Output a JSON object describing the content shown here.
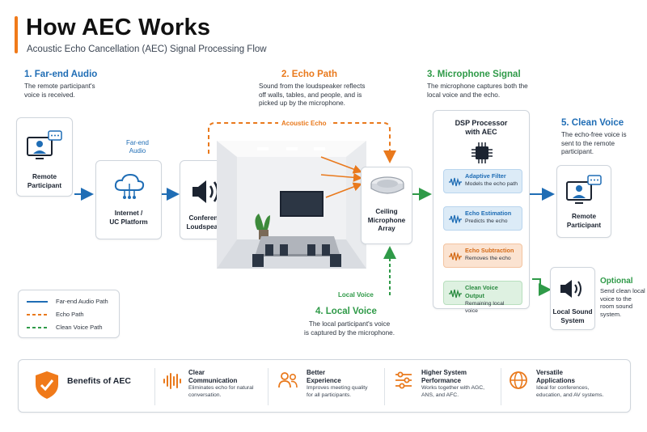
{
  "header": {
    "title": "How AEC Works",
    "subtitle": "Acoustic Echo Cancellation (AEC) Signal Processing Flow"
  },
  "colors": {
    "blue": "#1f6db5",
    "orange": "#e9791c",
    "green": "#2f9a48",
    "accent": "#f07a1a"
  },
  "steps": {
    "s1": {
      "title": "1. Far-end Audio",
      "desc": [
        "The remote participant's",
        "voice is received."
      ]
    },
    "s2": {
      "title": "2. Echo Path",
      "desc": [
        "Sound from the loudspeaker reflects",
        "off walls, tables, and people, and is",
        "picked up by the microphone."
      ]
    },
    "s3": {
      "title": "3. Microphone Signal",
      "desc": [
        "The microphone captures both the",
        "local voice and the echo."
      ]
    },
    "s4": {
      "title": "4. Local Voice",
      "desc": [
        "The local participant's voice",
        "is captured by the microphone."
      ]
    },
    "s5": {
      "title": "5. Clean Voice",
      "desc": [
        "The echo-free voice is",
        "sent to the remote",
        "participant."
      ]
    },
    "optional": {
      "title": "Optional",
      "desc": [
        "Send clean local",
        "voice to the",
        "room sound",
        "system."
      ]
    }
  },
  "nodes": {
    "remote_left": [
      "Remote",
      "Participant"
    ],
    "internet": [
      "Internet /",
      "UC Platform"
    ],
    "loudspeaker": [
      "Conference",
      "Loudspeaker"
    ],
    "mic": [
      "Ceiling",
      "Microphone",
      "Array"
    ],
    "remote_right": [
      "Remote",
      "Participant"
    ],
    "local_sound": [
      "Local Sound",
      "System"
    ]
  },
  "flow_labels": {
    "far_end_audio": [
      "Far-end",
      "Audio"
    ],
    "acoustic_echo": "Acoustic Echo",
    "local_voice": "Local Voice"
  },
  "dsp": {
    "title": [
      "DSP Processor",
      "with AEC"
    ],
    "steps": [
      {
        "title": "Adaptive Filter",
        "desc": "Models the echo path"
      },
      {
        "title": "Echo Estimation",
        "desc": "Predicts the echo"
      },
      {
        "title": "Echo Subtraction",
        "desc": "Removes the echo"
      },
      {
        "title": "Clean Voice Output",
        "desc": "Remaining local voice"
      }
    ]
  },
  "legend": [
    {
      "label": "Far-end Audio Path",
      "style": "solid",
      "color": "#1f6db5"
    },
    {
      "label": "Echo Path",
      "style": "dashed",
      "color": "#e9791c"
    },
    {
      "label": "Clean Voice Path",
      "style": "dashed",
      "color": "#2f9a48"
    }
  ],
  "benefits": {
    "heading": "Benefits of AEC",
    "items": [
      {
        "icon": "waveform-icon",
        "title": [
          "Clear",
          "Communication"
        ],
        "desc": [
          "Eliminates echo for natural",
          "conversation."
        ]
      },
      {
        "icon": "people-icon",
        "title": [
          "Better",
          "Experience"
        ],
        "desc": [
          "Improves meeting quality",
          "for all participants."
        ]
      },
      {
        "icon": "sliders-icon",
        "title": [
          "Higher System",
          "Performance"
        ],
        "desc": [
          "Works together with AGC,",
          "ANS, and AFC."
        ]
      },
      {
        "icon": "globe-icon",
        "title": [
          "Versatile",
          "Applications"
        ],
        "desc": [
          "Ideal for conferences,",
          "education, and AV systems."
        ]
      }
    ]
  }
}
